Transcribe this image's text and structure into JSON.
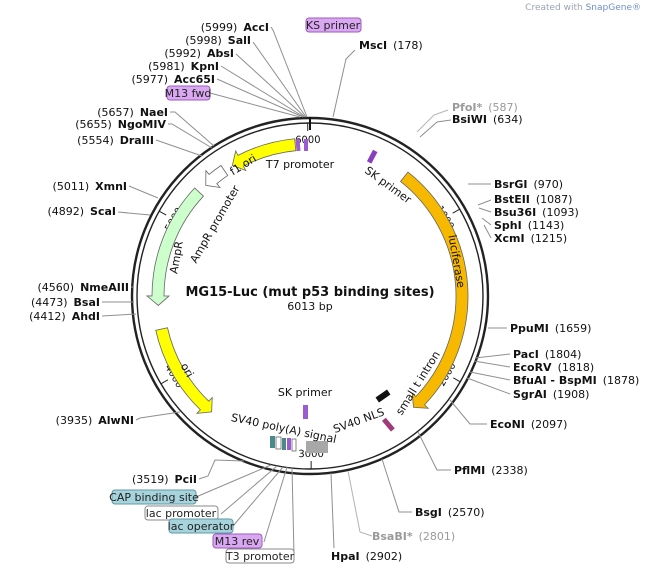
{
  "brand": {
    "prefix": "Created with ",
    "name": "SnapGene®"
  },
  "plasmid": {
    "name": "MG15-Luc (mut p53 binding sites)",
    "size_label": "6013 bp",
    "length": 6013
  },
  "ticks": [
    {
      "label": "1000",
      "pos": 1000
    },
    {
      "label": "2000",
      "pos": 2000
    },
    {
      "label": "3000",
      "pos": 3000
    },
    {
      "label": "4000",
      "pos": 4000
    },
    {
      "label": "5000",
      "pos": 5000
    },
    {
      "label": "6000",
      "pos": 6000
    }
  ],
  "features": [
    {
      "name": "luciferase",
      "start": 640,
      "end": 2290,
      "color": "#f7b800",
      "direction": "cw",
      "ring": "outer"
    },
    {
      "name": "f1 ori",
      "start": 5920,
      "end": 5500,
      "color": "#ffff00",
      "direction": "ccw",
      "ring": "outer"
    },
    {
      "name": "AmpR promoter",
      "start": 5440,
      "end": 5290,
      "color": "#ffffff",
      "direction": "ccw",
      "ring": "outer"
    },
    {
      "name": "AmpR",
      "start": 5230,
      "end": 4450,
      "color": "#ccffcc",
      "direction": "ccw",
      "ring": "outer"
    },
    {
      "name": "ori",
      "start": 4300,
      "end": 3680,
      "color": "#ffff00",
      "direction": "ccw",
      "ring": "outer"
    }
  ],
  "feature_labels": [
    {
      "text": "T7 promoter"
    },
    {
      "text": "SK primer"
    },
    {
      "text": "f1 ori"
    },
    {
      "text": "AmpR promoter"
    },
    {
      "text": "AmpR"
    },
    {
      "text": "luciferase"
    },
    {
      "text": "ori"
    },
    {
      "text": "SK primer"
    },
    {
      "text": "SV40 poly(A) signal"
    },
    {
      "text": "SV40 NLS"
    },
    {
      "text": "small t intron"
    }
  ],
  "sites_right": [
    {
      "name": "MscI",
      "pos": "(178)"
    },
    {
      "name": "PfoI*",
      "pos": "(587)",
      "gray": true
    },
    {
      "name": "BsiWI",
      "pos": "(634)"
    },
    {
      "name": "BsrGI",
      "pos": "(970)"
    },
    {
      "name": "BstEII",
      "pos": "(1087)"
    },
    {
      "name": "Bsu36I",
      "pos": "(1093)"
    },
    {
      "name": "SphI",
      "pos": "(1143)"
    },
    {
      "name": "XcmI",
      "pos": "(1215)"
    },
    {
      "name": "PpuMI",
      "pos": "(1659)"
    },
    {
      "name": "PacI",
      "pos": "(1804)"
    },
    {
      "name": "EcoRV",
      "pos": "(1818)"
    },
    {
      "name": "BfuAI - BspMI",
      "pos": "(1878)"
    },
    {
      "name": "SgrAI",
      "pos": "(1908)"
    },
    {
      "name": "EcoNI",
      "pos": "(2097)"
    },
    {
      "name": "PflMI",
      "pos": "(2338)"
    },
    {
      "name": "BsgI",
      "pos": "(2570)"
    },
    {
      "name": "BsaBI*",
      "pos": "(2801)",
      "gray": true
    },
    {
      "name": "HpaI",
      "pos": "(2902)"
    }
  ],
  "sites_left": [
    {
      "name": "AccI",
      "pos": "(5999)"
    },
    {
      "name": "SalI",
      "pos": "(5998)"
    },
    {
      "name": "AbsI",
      "pos": "(5992)"
    },
    {
      "name": "KpnI",
      "pos": "(5981)"
    },
    {
      "name": "Acc65I",
      "pos": "(5977)"
    },
    {
      "name": "NaeI",
      "pos": "(5657)"
    },
    {
      "name": "NgoMIV",
      "pos": "(5655)"
    },
    {
      "name": "DraIII",
      "pos": "(5554)"
    },
    {
      "name": "XmnI",
      "pos": "(5011)"
    },
    {
      "name": "ScaI",
      "pos": "(4892)"
    },
    {
      "name": "NmeAIII",
      "pos": "(4560)"
    },
    {
      "name": "BsaI",
      "pos": "(4473)"
    },
    {
      "name": "AhdI",
      "pos": "(4412)"
    },
    {
      "name": "AlwNI",
      "pos": "(3935)"
    },
    {
      "name": "PciI",
      "pos": "(3519)"
    }
  ],
  "tags": [
    {
      "text": "KS primer",
      "color": "#d9a8f0",
      "border": "#9b5bbf"
    },
    {
      "text": "M13 fwd",
      "color": "#d9a8f0",
      "border": "#9b5bbf"
    },
    {
      "text": "CAP binding site",
      "color": "#a7d3dc",
      "border": "#5d98a6"
    },
    {
      "text": "lac promoter",
      "color": "#ffffff",
      "border": "#8a8a8a"
    },
    {
      "text": "lac operator",
      "color": "#a7d3dc",
      "border": "#5d98a6"
    },
    {
      "text": "M13 rev",
      "color": "#d9a8f0",
      "border": "#9b5bbf"
    },
    {
      "text": "T3 promoter",
      "color": "#ffffff",
      "border": "#8a8a8a"
    }
  ]
}
